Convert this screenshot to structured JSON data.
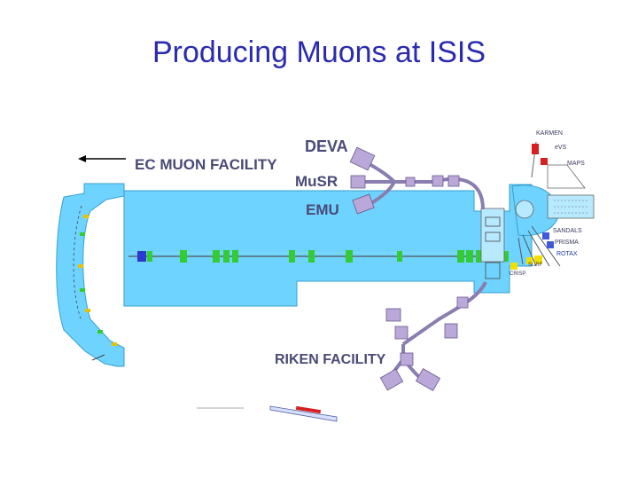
{
  "title": "Producing Muons at ISIS",
  "labels": {
    "ec_muon_facility": "EC MUON FACILITY",
    "deva": "DEVA",
    "musr": "MuSR",
    "emu": "EMU",
    "riken_facility": "RIKEN FACILITY",
    "karmen": "KARMEN",
    "evs": "eVS",
    "maps": "MAPS",
    "sandals": "SANDALS",
    "prisma": "PRISMA",
    "rotax": "ROTAX",
    "surf": "SURF",
    "crisp": "CRISP"
  },
  "colors": {
    "hall": "#6fd3ff",
    "title": "#2b2bb0",
    "magnet_green": "#33cc33",
    "beamline": "#8a7db0"
  }
}
